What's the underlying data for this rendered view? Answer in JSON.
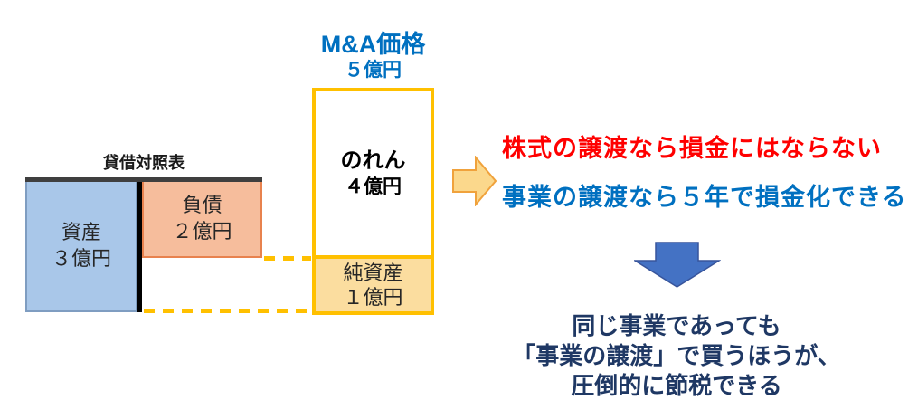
{
  "balance_sheet": {
    "title": "貸借対照表",
    "assets": {
      "label": "資産",
      "value": "３億円"
    },
    "liabilities": {
      "label": "負債",
      "value": "２億円"
    }
  },
  "ma_column": {
    "title": "M&A価格",
    "price": "５億円",
    "goodwill": {
      "label": "のれん",
      "value": "４億円"
    },
    "net_assets": {
      "label": "純資産",
      "value": "１億円"
    }
  },
  "notes": {
    "stock_transfer": "株式の譲渡なら損金にはならない",
    "business_transfer": "事業の譲渡なら５年で損金化できる"
  },
  "conclusion": {
    "line1": "同じ事業であっても",
    "line2": "「事業の譲渡」で買うほうが、",
    "line3": "圧倒的に節税できる"
  },
  "colors": {
    "accent_blue_text": "#0070C0",
    "alert_red_text": "#FF0000",
    "navy_text": "#1F3864",
    "gold_border": "#FFC000",
    "net_assets_fill": "#FBDD9F",
    "assets_fill": "#A9C7E9",
    "assets_border": "#7F9DC1",
    "liabilities_fill": "#F6BD9C",
    "liabilities_border": "#E8824E",
    "top_bar": "#3F3F3F",
    "right_arrow_fill": "#FBD88C",
    "right_arrow_border": "#F0A23C",
    "down_arrow_fill": "#4472C4",
    "down_arrow_border": "#37549B"
  }
}
